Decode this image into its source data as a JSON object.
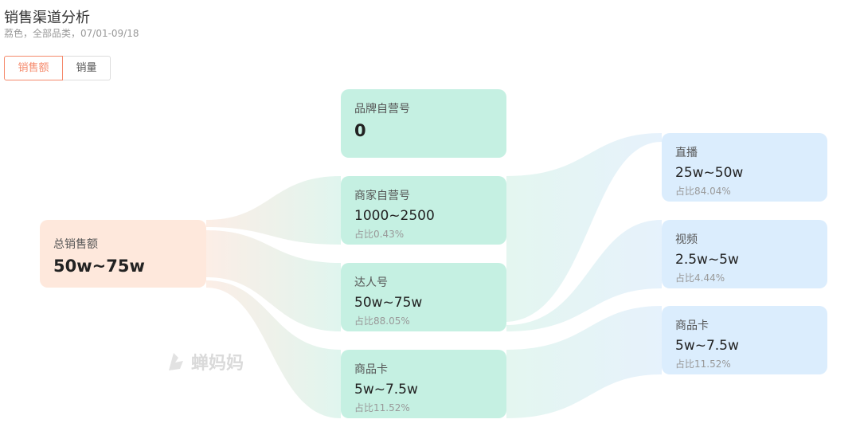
{
  "header": {
    "title": "销售渠道分析",
    "subtitle": "荔色，全部品类，07/01-09/18"
  },
  "tabs": [
    {
      "label": "销售额",
      "active": true
    },
    {
      "label": "销量",
      "active": false
    }
  ],
  "total": {
    "name": "总销售额",
    "value": "50w~75w"
  },
  "channels": [
    {
      "name": "品牌自营号",
      "value": "0"
    },
    {
      "name": "商家自营号",
      "value": "1000~2500",
      "share": "占比0.43%"
    },
    {
      "name": "达人号",
      "value": "50w~75w",
      "share": "占比88.05%"
    },
    {
      "name": "商品卡",
      "value": "5w~7.5w",
      "share": "占比11.52%"
    }
  ],
  "types": [
    {
      "name": "直播",
      "value": "25w~50w",
      "share": "占比84.04%"
    },
    {
      "name": "视频",
      "value": "2.5w~5w",
      "share": "占比4.44%"
    },
    {
      "name": "商品卡",
      "value": "5w~7.5w",
      "share": "占比11.52%"
    }
  ],
  "watermark": "蝉妈妈",
  "colors": {
    "accent": "#f5896b",
    "total": "#fee8dc",
    "channel": "#c5f0e2",
    "type": "#dbedfd"
  }
}
